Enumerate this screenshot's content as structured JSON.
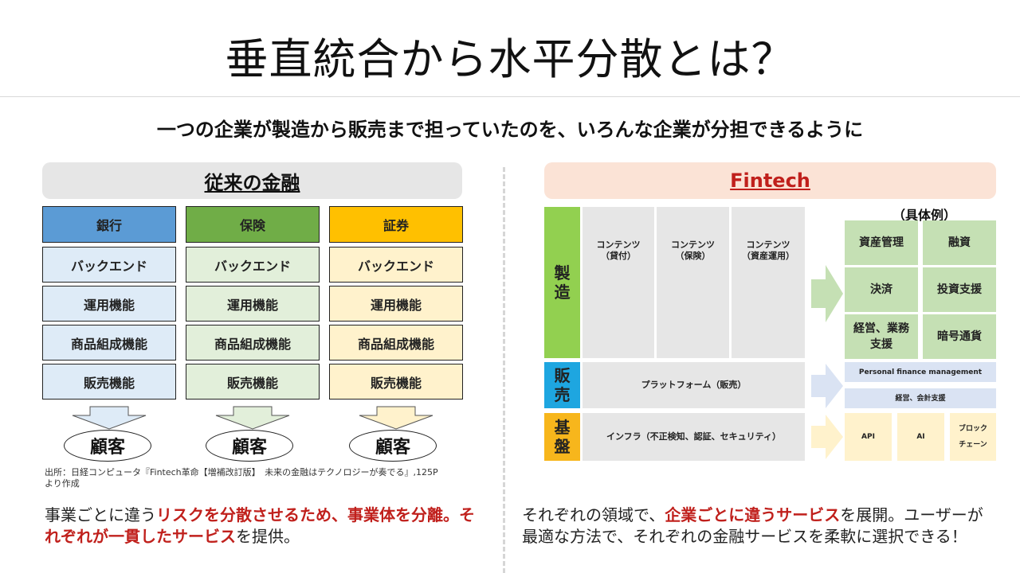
{
  "header": {
    "title": "垂直統合から水平分散とは？",
    "subtitle": "一つの企業が製造から販売まで担っていたのを、いろんな企業が分担できるように"
  },
  "left_panel": {
    "heading": "従来の金融",
    "columns": [
      {
        "name": "銀行",
        "header_color": "#5b9bd5",
        "cell_color": "#deebf7",
        "rows": [
          "バックエンド",
          "運用機能",
          "商品組成機能",
          "販売機能"
        ],
        "arrow_color": "#deebf7",
        "customer": "顧客"
      },
      {
        "name": "保険",
        "header_color": "#70ad47",
        "cell_color": "#e2efda",
        "rows": [
          "バックエンド",
          "運用機能",
          "商品組成機能",
          "販売機能"
        ],
        "arrow_color": "#e2efda",
        "customer": "顧客"
      },
      {
        "name": "証券",
        "header_color": "#ffc000",
        "cell_color": "#fff2cc",
        "rows": [
          "バックエンド",
          "運用機能",
          "商品組成機能",
          "販売機能"
        ],
        "arrow_color": "#fff2cc",
        "customer": "顧客"
      }
    ],
    "source_line1": "出所：日経コンピュータ『Fintech革命【増補改訂版】　未来の金融はテクノロジーが奏でる』,125P",
    "source_line2": "より作成",
    "description": {
      "p1": "事業ごとに違う",
      "h1": "リスクを分散させるため、事業体を分離。それぞれが一貫したサービス",
      "p2": "を提供。"
    }
  },
  "right_panel": {
    "heading": "Fintech",
    "layers": {
      "manufacturing": {
        "label_1": "製",
        "label_2": "造",
        "color": "#92d050",
        "contents": [
          {
            "line1": "コンテンツ",
            "line2": "（貸付）"
          },
          {
            "line1": "コンテンツ",
            "line2": "（保険）"
          },
          {
            "line1": "コンテンツ",
            "line2": "（資産運用）"
          }
        ]
      },
      "sales": {
        "label_1": "販",
        "label_2": "売",
        "color": "#1ea6e0",
        "content": "プラットフォーム（販売）"
      },
      "infra": {
        "label_1": "基",
        "label_2": "盤",
        "color": "#f7b61c",
        "content": "インフラ（不正検知、認証、セキュリティ）"
      }
    },
    "examples_caption": "（具体例）",
    "examples": {
      "manufacturing": [
        "資産管理",
        "融資",
        "決済",
        "投資支援",
        "経営、業務支援",
        "暗号通貨"
      ],
      "sales": [
        "Personal finance management",
        "経営、会計支援"
      ],
      "infra": [
        "API",
        "AI",
        "ブロックチェーン"
      ]
    },
    "example_colors": {
      "manufacturing": "#c5e0b4",
      "sales": "#dae3f3",
      "infra": "#fff2cc"
    },
    "description": {
      "p1": "それぞれの領域で、",
      "h1": "企業ごとに違うサービス",
      "p2": "を展開。ユーザーが最適な方法で、それぞれの金融サービスを柔軟に選択できる！"
    }
  }
}
